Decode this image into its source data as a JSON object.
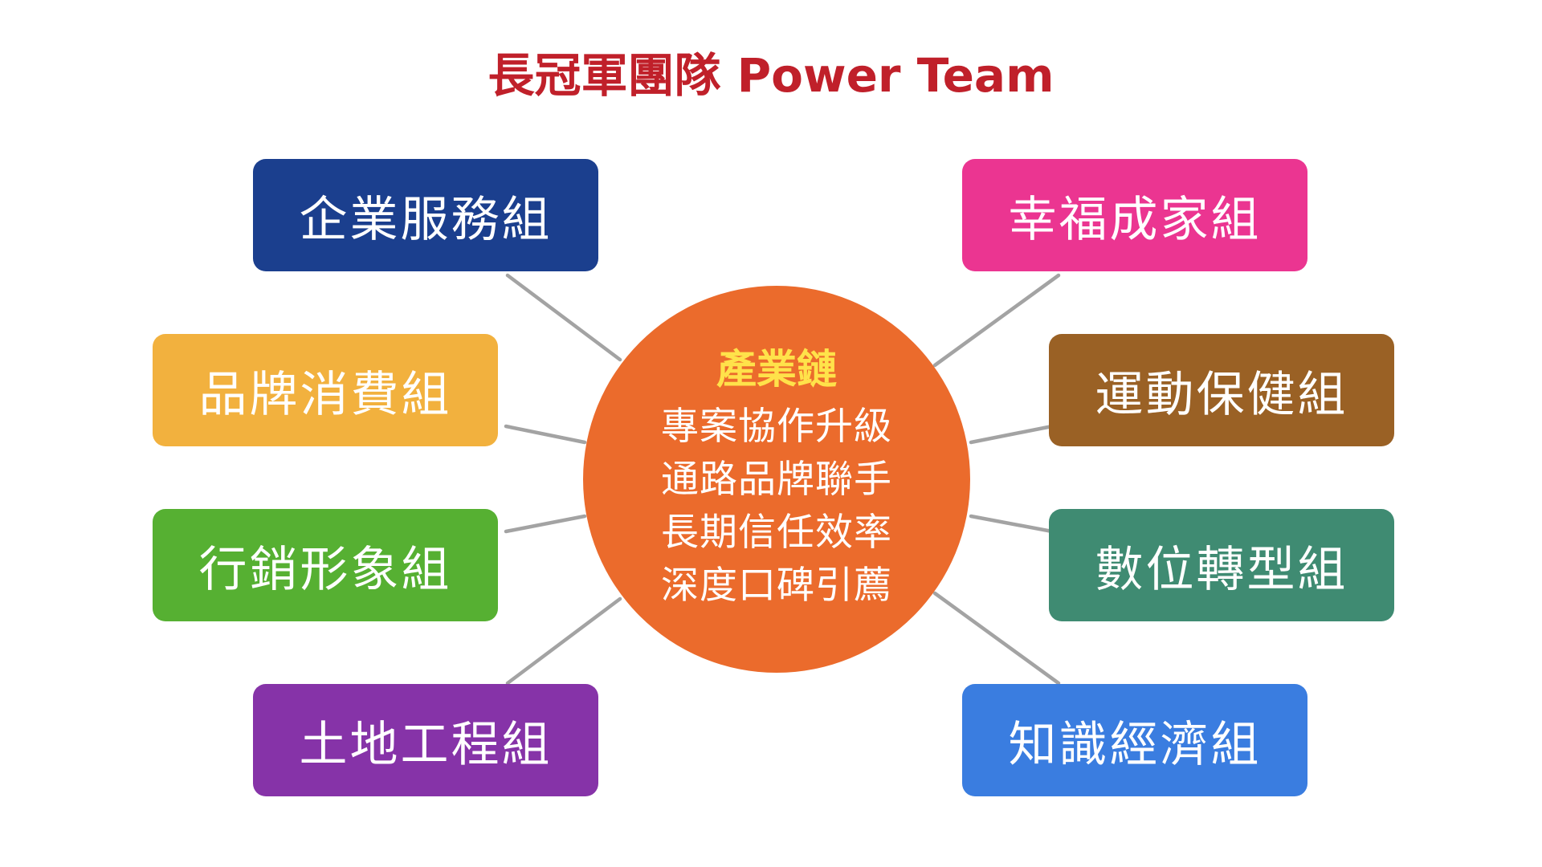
{
  "title": "長冠軍團隊 Power Team",
  "colors": {
    "title": "#c0202a",
    "hub_fill": "#eb6b2c",
    "hub_title": "#ffe24a",
    "connector": "#a3a3a3"
  },
  "hub": {
    "title": "產業鏈",
    "lines": [
      "專案協作升級",
      "通路品牌聯手",
      "長期信任效率",
      "深度口碑引薦"
    ]
  },
  "groups": [
    {
      "label": "企業服務組",
      "color": "#1b3f8e"
    },
    {
      "label": "品牌消費組",
      "color": "#f2b13e"
    },
    {
      "label": "行銷形象組",
      "color": "#56b032"
    },
    {
      "label": "土地工程組",
      "color": "#8633a8"
    },
    {
      "label": "幸福成家組",
      "color": "#eb3591"
    },
    {
      "label": "運動保健組",
      "color": "#9a6125"
    },
    {
      "label": "數位轉型組",
      "color": "#3f8b72"
    },
    {
      "label": "知識經濟組",
      "color": "#3a7de0"
    }
  ]
}
